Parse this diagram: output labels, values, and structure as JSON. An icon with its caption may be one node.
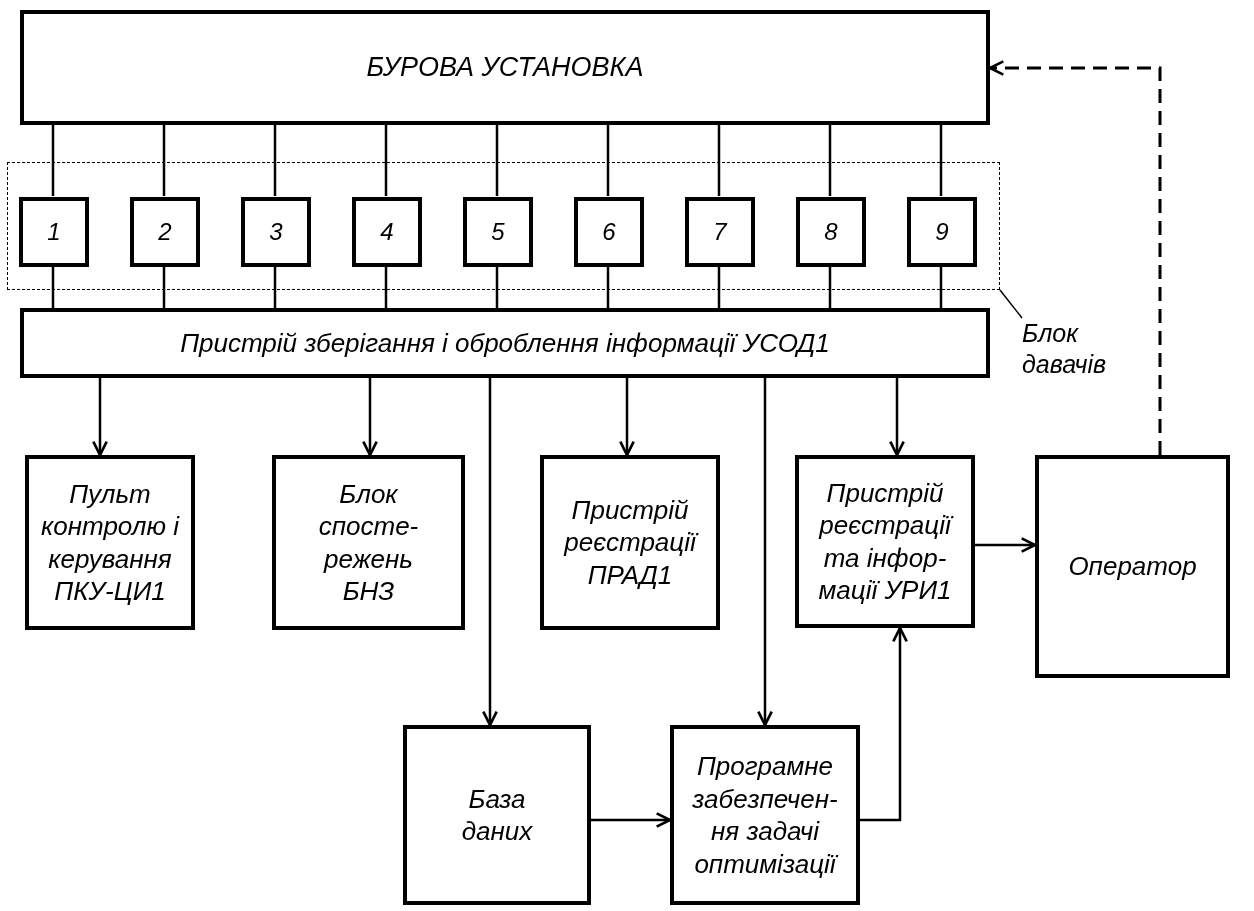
{
  "diagram": {
    "nodes": [
      {
        "text": [
          "БУРОВА УСТАНОВКА"
        ]
      },
      {
        "text": [],
        "shape": "box"
      },
      {
        "text": [
          "1"
        ],
        "in": 1
      },
      {
        "text": [
          "2"
        ],
        "in": 1
      },
      {
        "text": [
          "3"
        ],
        "in": 1
      },
      {
        "text": [
          "4"
        ],
        "in": 1
      },
      {
        "text": [
          "5"
        ],
        "in": 1
      },
      {
        "text": [
          "6"
        ],
        "in": 1
      },
      {
        "text": [
          "7"
        ],
        "in": 1
      },
      {
        "text": [
          "8"
        ],
        "in": 1
      },
      {
        "text": [
          "9"
        ],
        "in": 1
      },
      {
        "text": [
          "Пристрій зберігання і оброблення інформації УСОД1"
        ]
      },
      {
        "text": [
          "Блок давачів"
        ]
      },
      {
        "text": [
          "Пульт контролю і керування ПКУ-ЦИ1"
        ]
      },
      {
        "text": [
          "Блок спосте- режень БНЗ"
        ]
      },
      {
        "text": [
          "Пристрій реєстрації ПРАД1"
        ]
      },
      {
        "text": [
          "Пристрій реєстрації та інфор- мації УРИ1"
        ]
      },
      {
        "text": [
          "Оператор"
        ]
      },
      {
        "text": [
          "База даних"
        ]
      },
      {
        "text": [
          "Програмне забезпечен- ня задачі оптимізації"
        ]
      }
    ],
    "edges": [
      {
        "from": 0,
        "to": 2,
        "arrow": "none"
      },
      {
        "from": 0,
        "to": 3,
        "arrow": "none"
      },
      {
        "from": 0,
        "to": 4,
        "arrow": "none"
      },
      {
        "from": 0,
        "to": 5,
        "arrow": "none"
      },
      {
        "from": 0,
        "to": 6,
        "arrow": "none"
      },
      {
        "from": 0,
        "to": 7,
        "arrow": "none"
      },
      {
        "from": 0,
        "to": 8,
        "arrow": "none"
      },
      {
        "from": 0,
        "to": 9,
        "arrow": "none"
      },
      {
        "from": 0,
        "to": 10,
        "arrow": "none"
      },
      {
        "from": 2,
        "to": 11,
        "arrow": "none"
      },
      {
        "from": 3,
        "to": 11,
        "arrow": "none"
      },
      {
        "from": 4,
        "to": 11,
        "arrow": "none"
      },
      {
        "from": 5,
        "to": 11,
        "arrow": "none"
      },
      {
        "from": 6,
        "to": 11,
        "arrow": "none"
      },
      {
        "from": 7,
        "to": 11,
        "arrow": "none"
      },
      {
        "from": 8,
        "to": 11,
        "arrow": "none"
      },
      {
        "from": 9,
        "to": 11,
        "arrow": "none"
      },
      {
        "from": 10,
        "to": 11,
        "arrow": "none"
      },
      {
        "from": 12,
        "to": 1,
        "arrow": "none"
      },
      {
        "from": 11,
        "to": 13,
        "arrow": "to"
      },
      {
        "from": 11,
        "to": 14,
        "arrow": "to"
      },
      {
        "from": 11,
        "to": 18,
        "arrow": "to"
      },
      {
        "from": 11,
        "to": 15,
        "arrow": "to"
      },
      {
        "from": 11,
        "to": 19,
        "arrow": "to"
      },
      {
        "from": 11,
        "to": 16,
        "arrow": "to"
      },
      {
        "from": 18,
        "to": 19,
        "arrow": "to"
      },
      {
        "from": 19,
        "to": 16,
        "arrow": "to"
      },
      {
        "from": 16,
        "to": 17,
        "arrow": "to"
      },
      {
        "from": 17,
        "to": 0,
        "arrow": "to",
        "style": "dashed"
      }
    ]
  }
}
